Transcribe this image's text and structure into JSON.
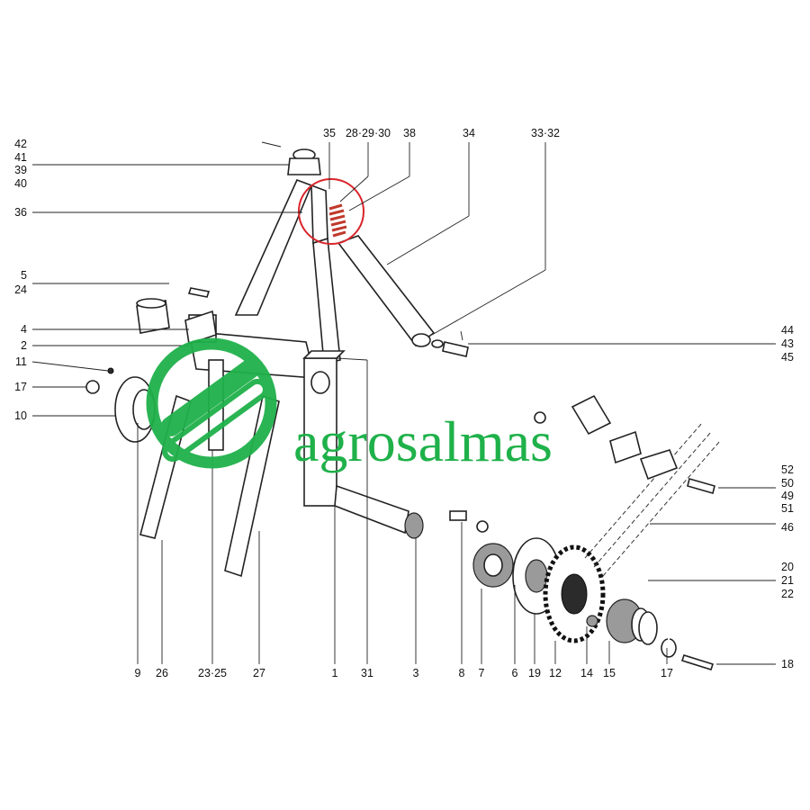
{
  "brand": {
    "name": "agrosalmas",
    "logo_color": "#1fb14a",
    "highlight_color": "#d9252b"
  },
  "callouts": {
    "top": [
      "35",
      "28·29·30",
      "38",
      "34",
      "33·32"
    ],
    "left": [
      "42",
      "41",
      "39",
      "40",
      "36",
      "5",
      "24",
      "4",
      "2",
      "11",
      "17",
      "10"
    ],
    "right": [
      "44",
      "43",
      "45",
      "52",
      "50",
      "49",
      "51",
      "46",
      "20",
      "21",
      "22",
      "18"
    ],
    "bottom": [
      "9",
      "26",
      "23·25",
      "27",
      "1",
      "31",
      "3",
      "8",
      "7",
      "6",
      "19",
      "12",
      "14",
      "15",
      "17"
    ]
  }
}
